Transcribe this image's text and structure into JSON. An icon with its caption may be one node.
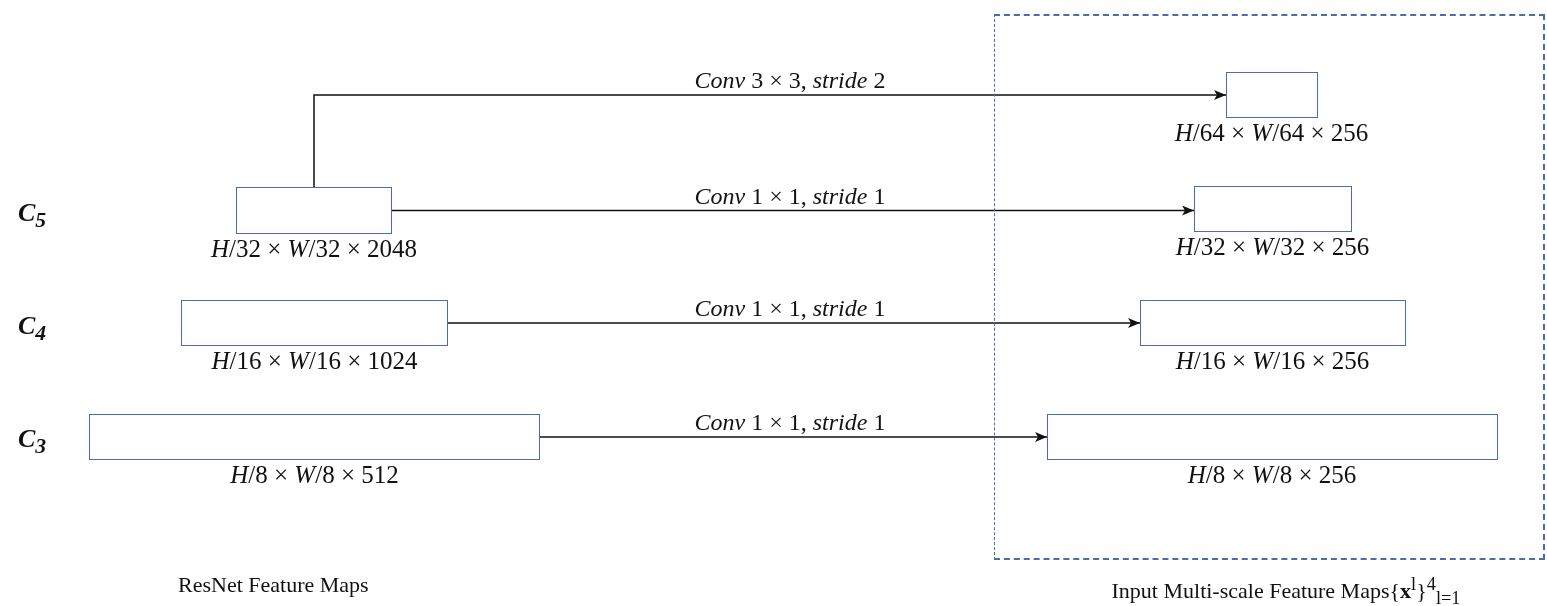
{
  "diagram": {
    "nodes": [
      {
        "text": [],
        "shape": "box",
        "beside": [
          "*H*/32 × *W*/32 × 2048"
        ]
      },
      {
        "text": [],
        "shape": "box",
        "beside": [
          "*H*/16 × *W*/16 × 1024"
        ]
      },
      {
        "text": [],
        "shape": "box",
        "beside": [
          "*H*/8 × *W*/8 × 512"
        ]
      },
      {
        "text": [
          "Input Multi-scale Feature Maps{**x**$^{l}$}$^{4}$$_{l=1}$"
        ]
      },
      {
        "text": [],
        "shape": "box",
        "in": 3,
        "beside": [
          "*H*/64 × *W*/64 × 256"
        ]
      },
      {
        "text": [],
        "shape": "box",
        "in": 3,
        "beside": [
          "*H*/32 × *W*/32 × 256"
        ]
      },
      {
        "text": [],
        "shape": "box",
        "in": 3,
        "beside": [
          "*H*/16 × *W*/16 × 256"
        ]
      },
      {
        "text": [],
        "shape": "box",
        "in": 3,
        "beside": [
          "*H*/8 × *W*/8 × 256"
        ]
      }
    ],
    "edges": [
      {
        "from": 0,
        "to": 4,
        "arrow": "to",
        "label": "*Conv* 3 × 3, *stride* 2"
      },
      {
        "from": 0,
        "to": 5,
        "arrow": "to",
        "label": "*Conv* 1 × 1, *stride* 1"
      },
      {
        "from": 1,
        "to": 6,
        "arrow": "to",
        "label": "*Conv* 1 × 1, *stride* 1"
      },
      {
        "from": 2,
        "to": 7,
        "arrow": "to",
        "label": "*Conv* 1 × 1, *stride* 1"
      }
    ],
    "labels": [
      "C$_{5}$",
      "C$_{4}$",
      "C$_{3}$",
      "ResNet Feature Maps"
    ]
  }
}
